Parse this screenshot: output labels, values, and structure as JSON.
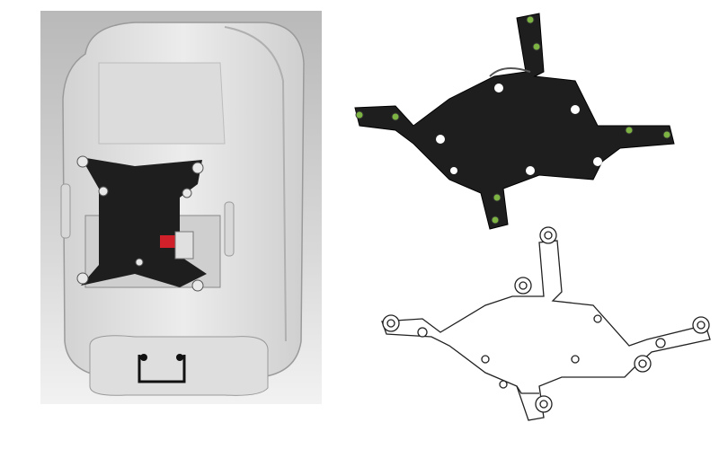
{
  "figure": {
    "panels": [
      {
        "id": "speaker-rear-render",
        "description_icon": "speaker-with-mount-bracket"
      },
      {
        "id": "bracket-render",
        "description_icon": "black-mount-bracket"
      },
      {
        "id": "bracket-line-drawing",
        "description_icon": "bracket-outline"
      }
    ],
    "colors": {
      "background_panel": "#c8c8c8",
      "speaker_body": "#e4e4e4",
      "bracket": "#1e1e1e",
      "screw_accent": "#7cb342",
      "latch_red": "#d0202a",
      "line_drawing": "#222222"
    }
  }
}
